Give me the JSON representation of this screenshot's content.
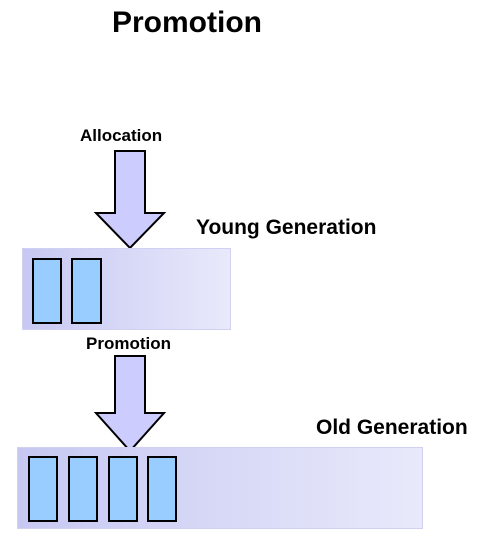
{
  "title": "Promotion",
  "labels": {
    "allocation": "Allocation",
    "promotion": "Promotion",
    "young_generation": "Young Generation",
    "old_generation": "Old Generation"
  },
  "young_generation": {
    "object_count": 2
  },
  "old_generation": {
    "object_count": 4
  },
  "colors": {
    "object_fill": "#99ccff",
    "arrow_fill": "#ccccff",
    "generation_fill": "#d9daf7"
  }
}
